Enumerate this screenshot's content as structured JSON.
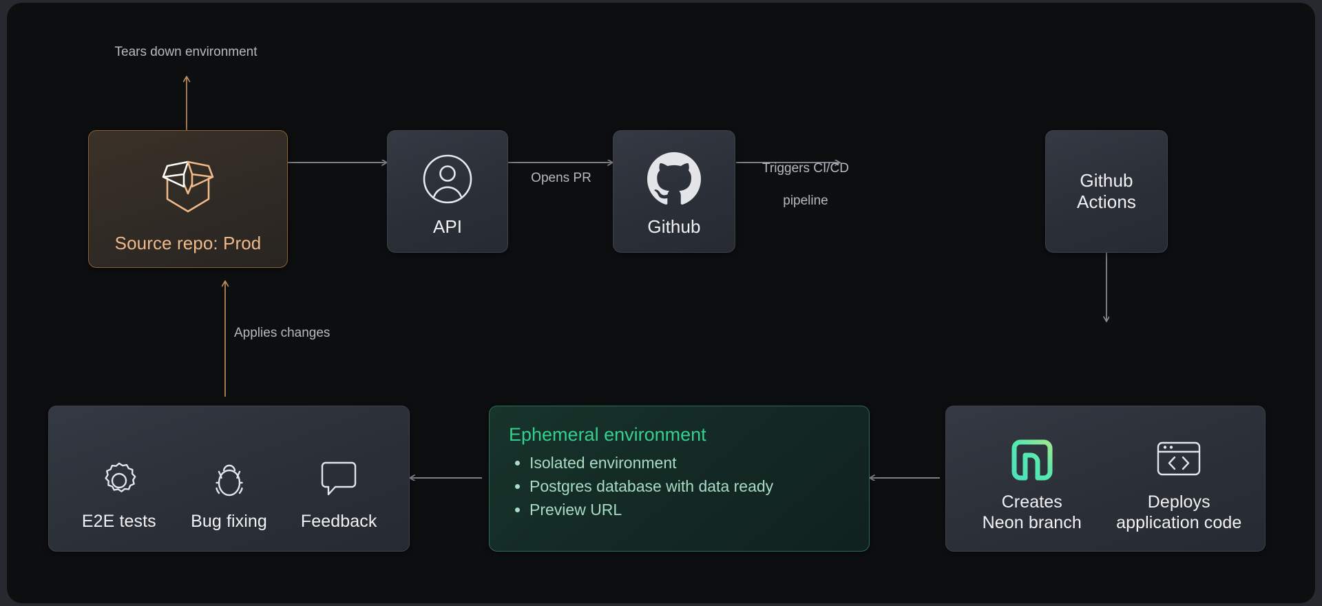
{
  "diagram": {
    "title": "Ephemeral environment CI/CD workflow",
    "background": "#0d0e10",
    "accent_orange": "#f0b98a",
    "accent_green": "#35d08d",
    "accent_grey": "#b6bac0"
  },
  "nodes": {
    "source_repo": {
      "label": "Source repo: Prod",
      "icon": "open-box-icon"
    },
    "api": {
      "label": "API",
      "icon": "user-circle-icon"
    },
    "github": {
      "label": "Github",
      "icon": "github-octocat-icon"
    },
    "github_actions": {
      "label": "Github\nActions",
      "line1": "Github",
      "line2": "Actions"
    },
    "ephemeral": {
      "title": "Ephemeral environment",
      "bullets": [
        "Isolated environment",
        "Postgres database with data ready",
        "Preview URL"
      ]
    },
    "neon_deploy": {
      "items": [
        {
          "label_line1": "Creates",
          "label_line2": "Neon branch",
          "icon": "neon-logo-icon"
        },
        {
          "label_line1": "Deploys",
          "label_line2": "application code",
          "icon": "code-window-icon"
        }
      ]
    },
    "qa": {
      "items": [
        {
          "label": "E2E tests",
          "icon": "gear-icon"
        },
        {
          "label": "Bug fixing",
          "icon": "bug-icon"
        },
        {
          "label": "Feedback",
          "icon": "speech-bubble-icon"
        }
      ]
    }
  },
  "edges": {
    "tears_down": "Tears down environment",
    "repo_to_api": "",
    "opens_pr": "Opens PR",
    "triggers": "Triggers CI/CD\npipeline",
    "triggers_line1": "Triggers CI/CD",
    "triggers_line2": "pipeline",
    "applies_changes": "Applies changes"
  }
}
